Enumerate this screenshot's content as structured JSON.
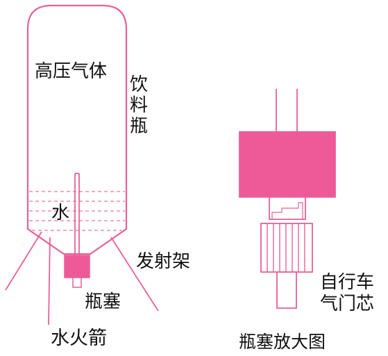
{
  "colors": {
    "outline": "#ea5f97",
    "cap_fill": "#ee5a97",
    "water_line": "#f28ab2",
    "text": "#111111"
  },
  "labels": {
    "gas": "高压气体",
    "bottle": "饮料瓶",
    "water": "水",
    "launcher": "发射架",
    "stopper": "瓶塞",
    "rocket": "水火箭",
    "valve": "自行车气门芯",
    "enlarged": "瓶塞放大图"
  }
}
